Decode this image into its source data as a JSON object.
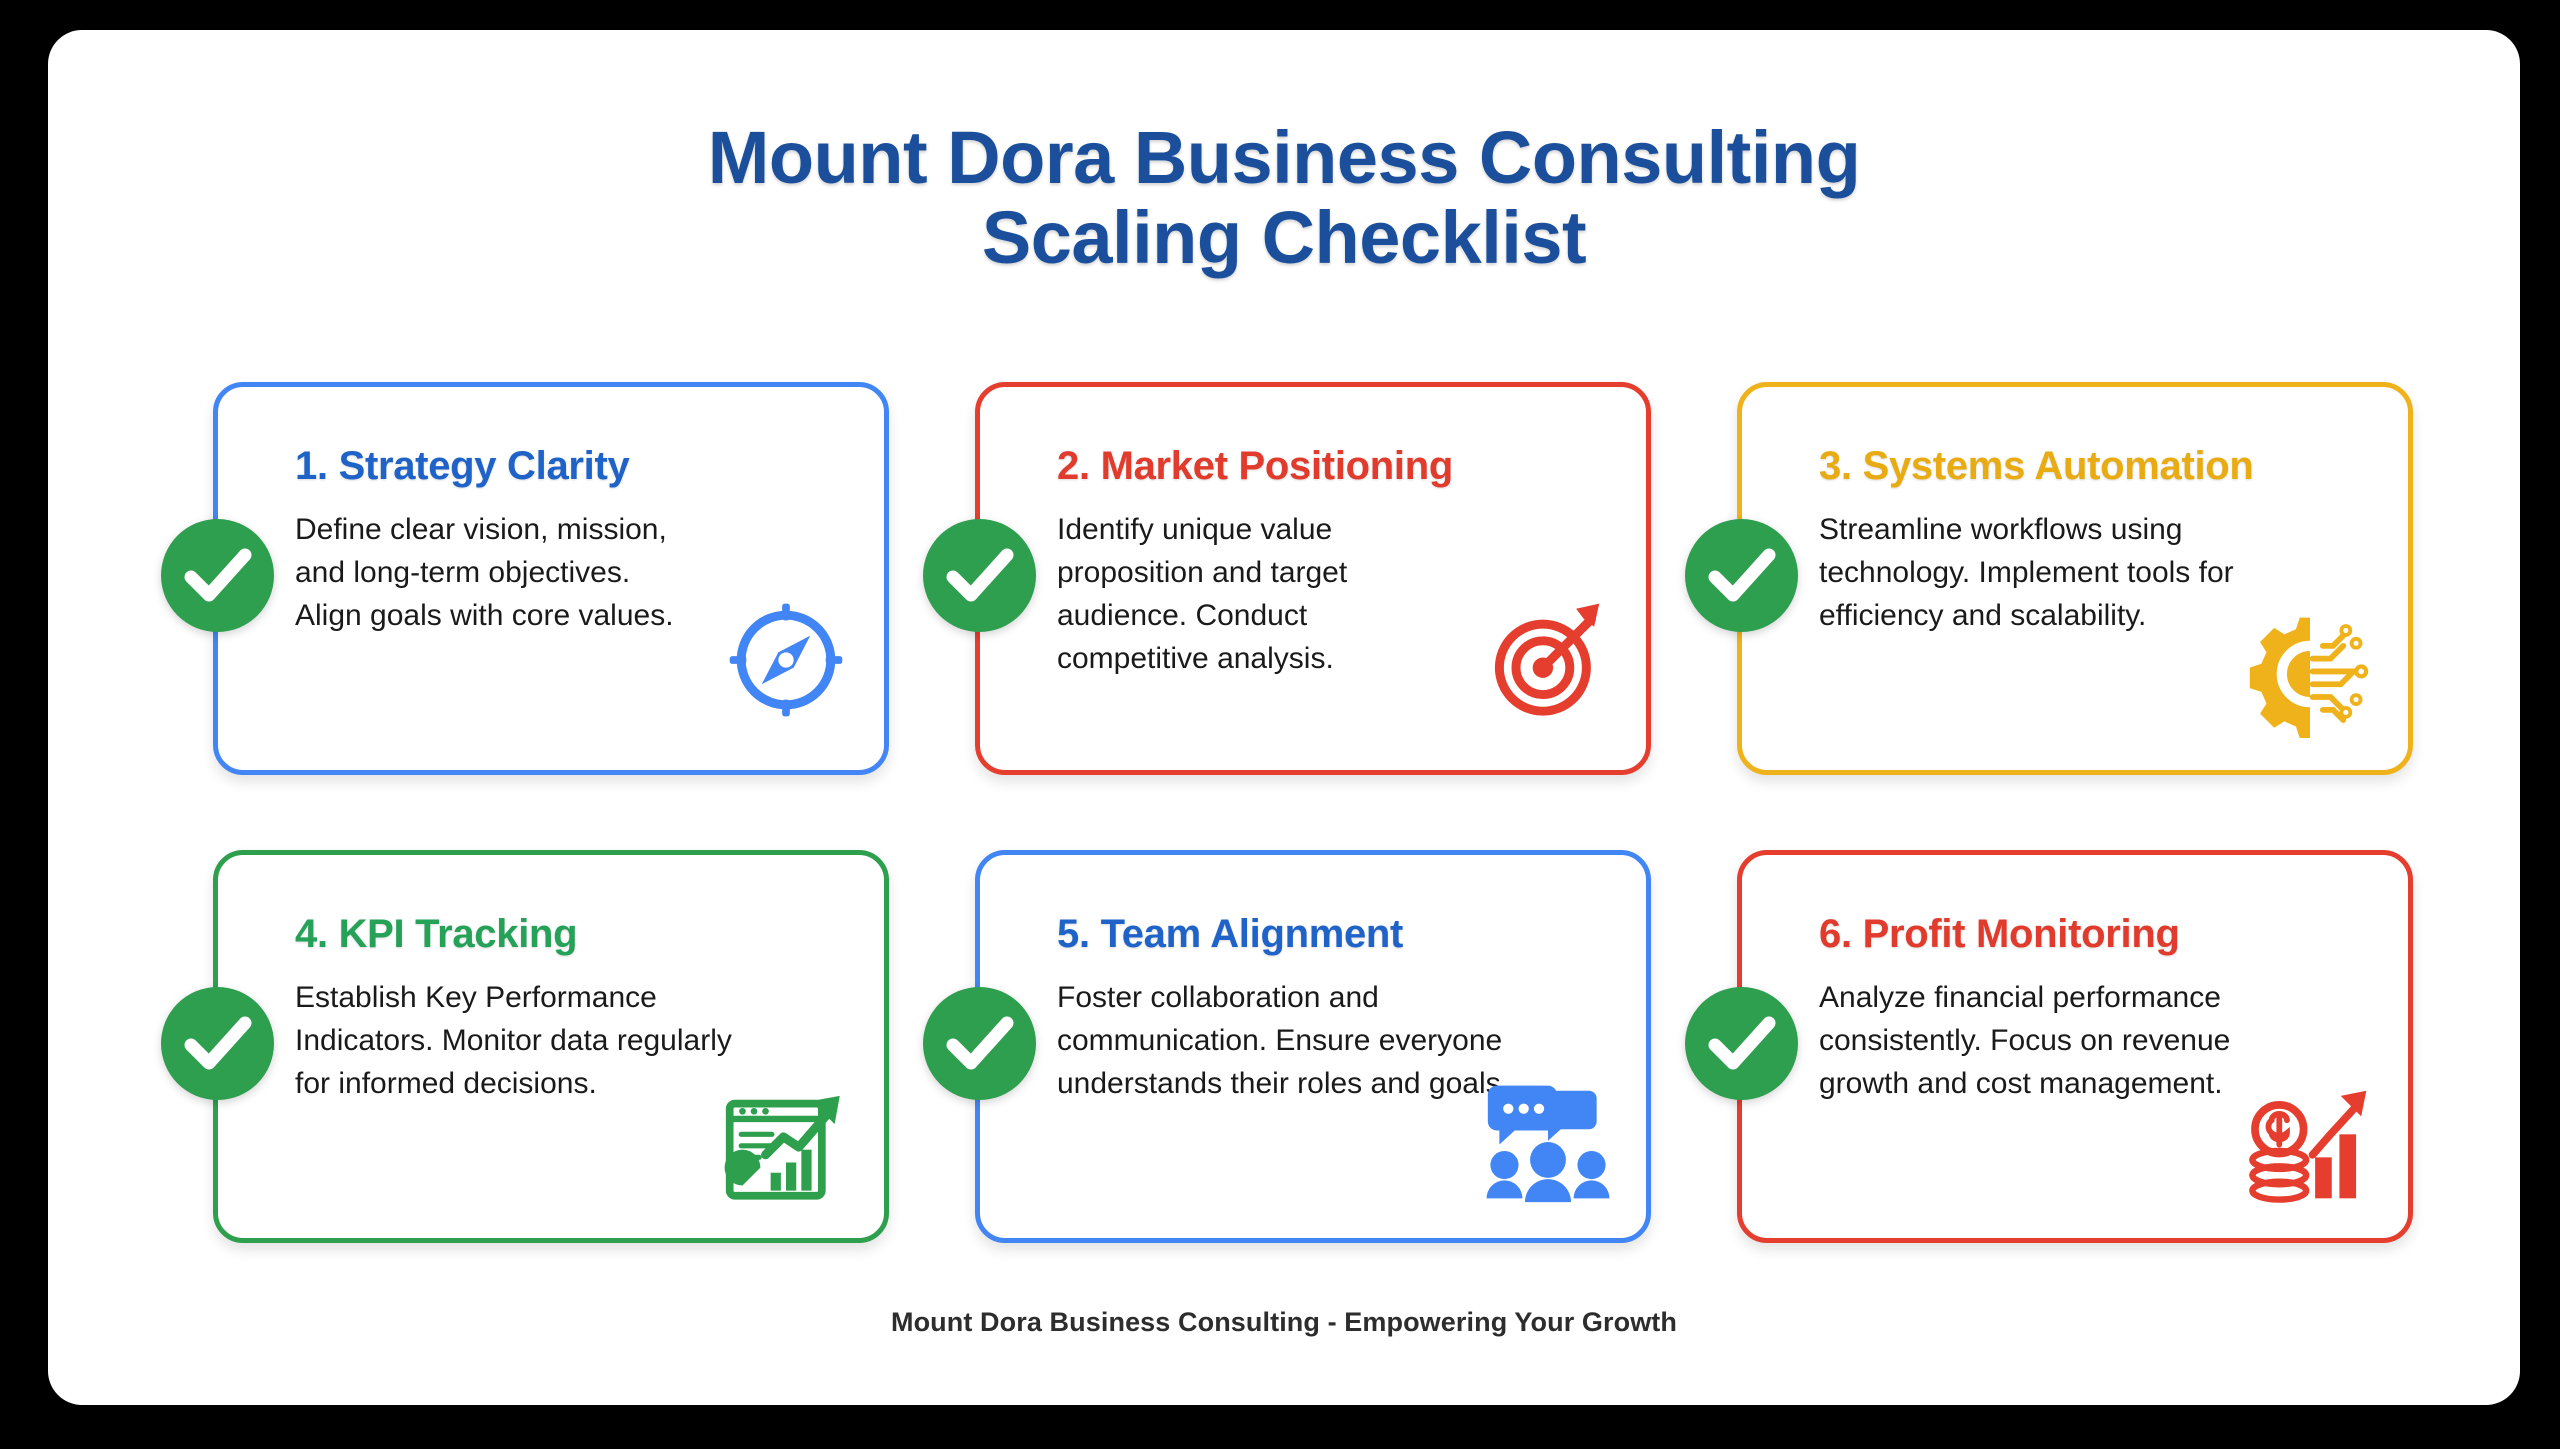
{
  "page": {
    "title_line_1": "Mount Dora Business Consulting",
    "title_line_2": "Scaling Checklist",
    "footer": "Mount Dora Business Consulting - Empowering Your Growth",
    "title_color": "#1b4f9c",
    "background_color": "#000000",
    "panel_color": "#ffffff",
    "check_badge_color": "#2e9e4f"
  },
  "cards": [
    {
      "number": "1.",
      "title": "1. Strategy Clarity",
      "description": "Define clear vision, mission, and long-term objectives. Align goals with core values.",
      "accent_color": "#4285f4",
      "title_color": "#1f63c8",
      "icon": "compass-icon",
      "check": "check-mark-icon"
    },
    {
      "number": "2.",
      "title": "2. Market Positioning",
      "description": "Identify unique value proposition and target audience. Conduct competitive analysis.",
      "accent_color": "#e53d2e",
      "title_color": "#e03b2c",
      "icon": "target-dart-icon",
      "check": "check-mark-icon"
    },
    {
      "number": "3.",
      "title": "3. Systems Automation",
      "description": "Streamline workflows using technology. Implement tools for efficiency and scalability.",
      "accent_color": "#efb21a",
      "title_color": "#e9ab12",
      "icon": "gear-circuit-icon",
      "check": "check-mark-icon"
    },
    {
      "number": "4.",
      "title": "4. KPI Tracking",
      "description": "Establish Key Performance Indicators. Monitor data regularly for informed decisions.",
      "accent_color": "#2ea04d",
      "title_color": "#25a158",
      "icon": "analytics-dashboard-icon",
      "check": "check-mark-icon"
    },
    {
      "number": "5.",
      "title": "5. Team Alignment",
      "description": "Foster collaboration and communication. Ensure everyone understands their roles and goals.",
      "accent_color": "#4285f4",
      "title_color": "#1f63c8",
      "icon": "team-chat-icon",
      "check": "check-mark-icon"
    },
    {
      "number": "6.",
      "title": "6. Profit Monitoring",
      "description": "Analyze financial performance consistently. Focus on revenue growth and cost management.",
      "accent_color": "#e53d2e",
      "title_color": "#e03b2c",
      "icon": "coins-growth-icon",
      "check": "check-mark-icon"
    }
  ]
}
